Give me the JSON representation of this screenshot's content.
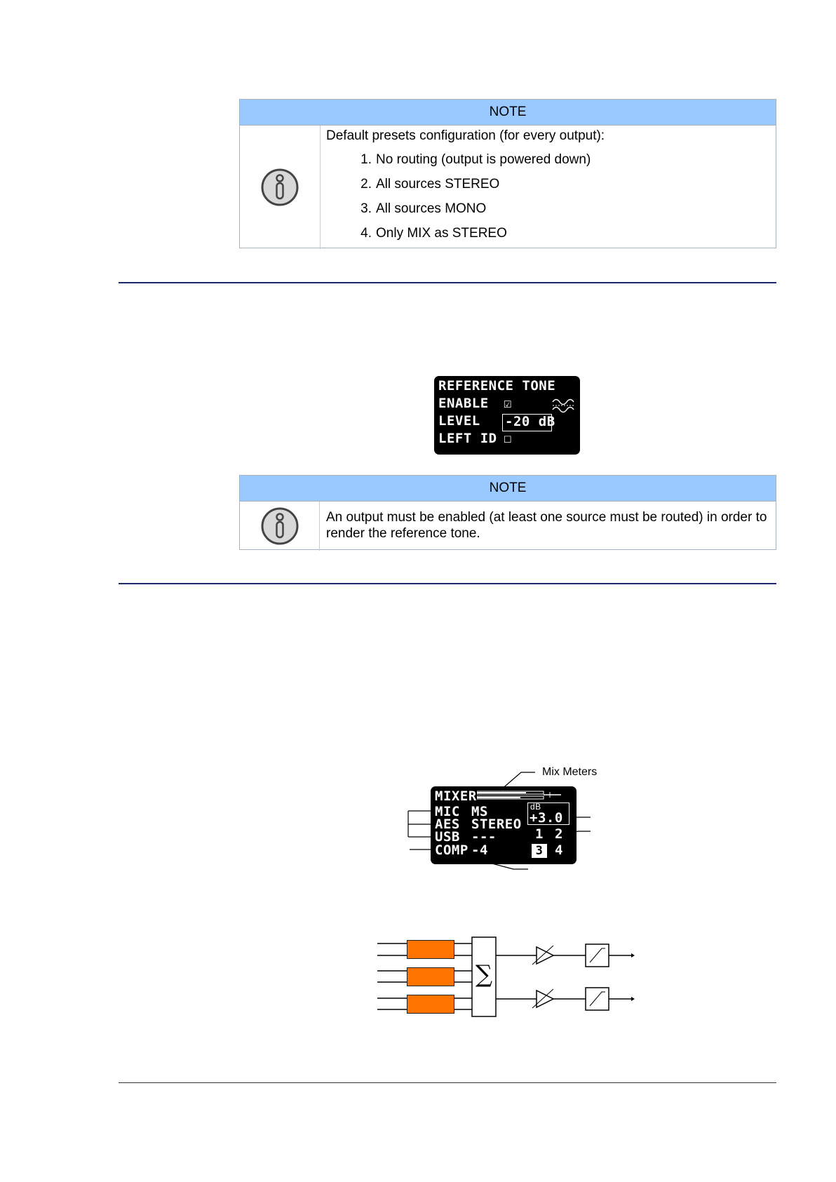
{
  "note1": {
    "header": "NOTE",
    "intro": "Default presets configuration (for every output):",
    "items": [
      {
        "num": "1.",
        "text": "No routing (output is powered down)"
      },
      {
        "num": "2.",
        "text": "All sources STEREO"
      },
      {
        "num": "3.",
        "text": "All sources MONO"
      },
      {
        "num": "4.",
        "text": "Only MIX as STEREO"
      }
    ]
  },
  "ref_tone": {
    "title": "REFERENCE TONE",
    "enable_label": "ENABLE",
    "enable_check": "☑",
    "level_label": "LEVEL",
    "level_value": "-20 dB",
    "left_id_label": "LEFT ID",
    "left_id_check": "☐"
  },
  "note2": {
    "header": "NOTE",
    "text": "An output must be enabled (at least one source must be routed) in order to render the reference tone."
  },
  "mixer": {
    "callout_mix_meters": "Mix Meters",
    "title": "MIXER",
    "rows": [
      {
        "label": "MIC",
        "value": "MS"
      },
      {
        "label": "AES",
        "value": "STEREO"
      },
      {
        "label": "USB",
        "value": "---"
      },
      {
        "label": "COMP",
        "value": "-4"
      }
    ],
    "db_unit": "dB",
    "db_value": "+3.0",
    "outputs_top": [
      "1",
      "2"
    ],
    "outputs_bottom_selected": "3",
    "outputs_bottom_other": "4"
  },
  "diagram": {
    "sum_symbol": "∑",
    "colors": {
      "block": "#ff7300"
    }
  }
}
